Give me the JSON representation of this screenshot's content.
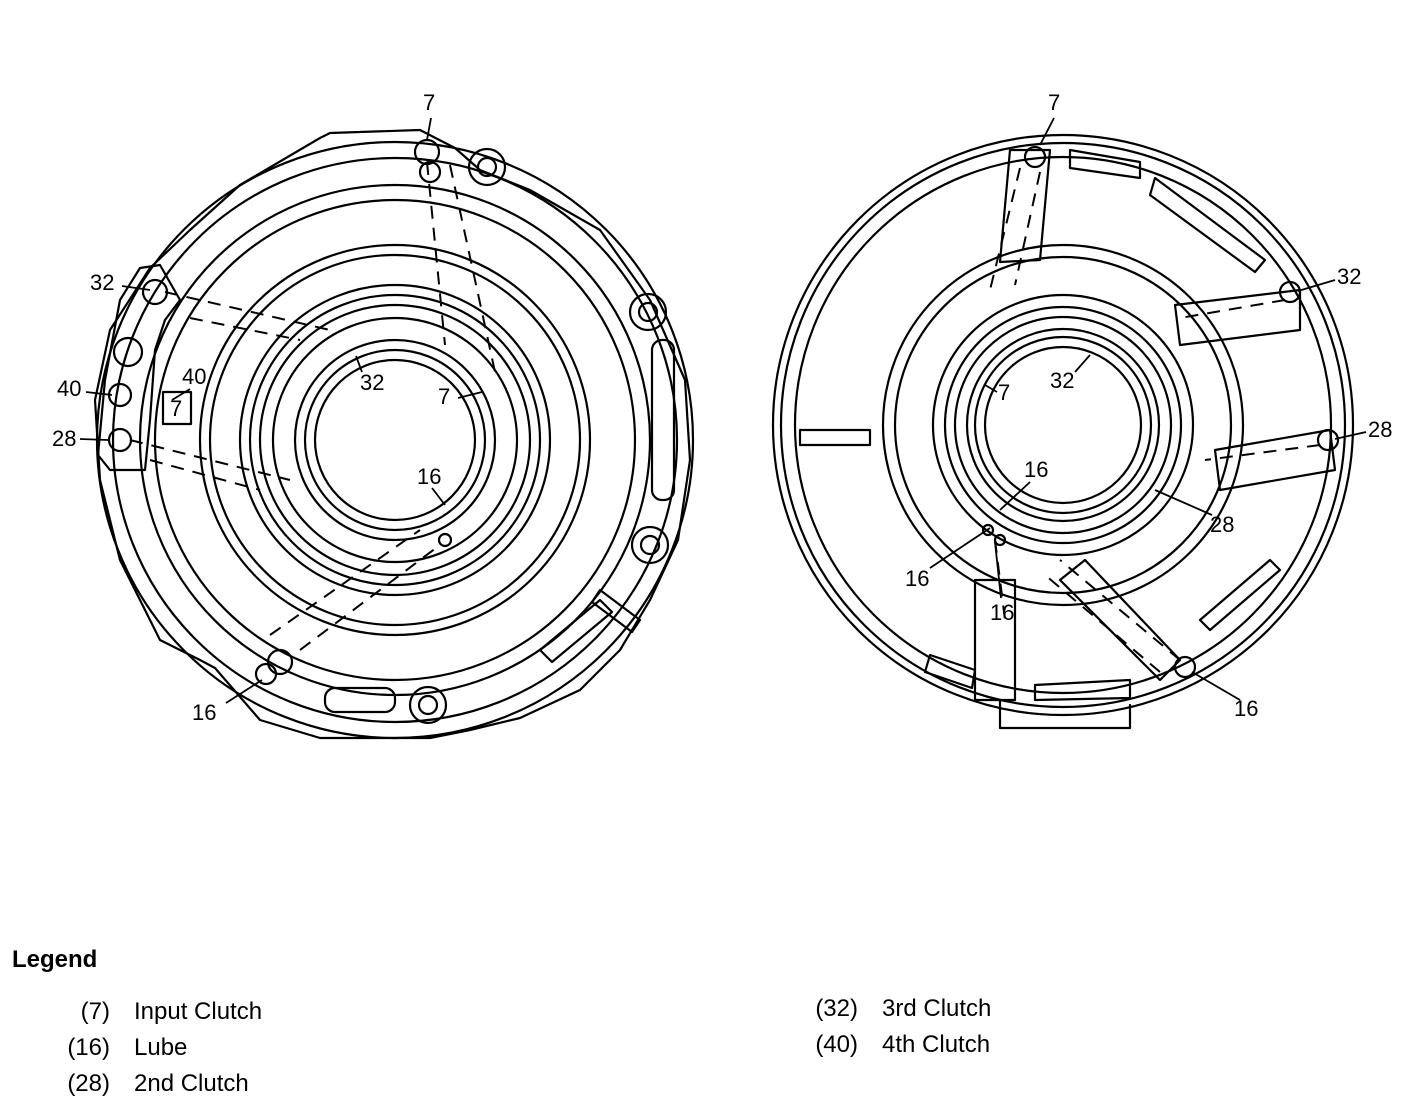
{
  "legend": {
    "title": "Legend",
    "items": [
      {
        "code": "(7)",
        "label": "Input Clutch"
      },
      {
        "code": "(16)",
        "label": "Lube"
      },
      {
        "code": "(28)",
        "label": "2nd Clutch"
      },
      {
        "code": "(32)",
        "label": "3rd Clutch"
      },
      {
        "code": "(40)",
        "label": "4th Clutch"
      }
    ]
  },
  "callouts": {
    "left": {
      "top_7": "7",
      "side_32": "32",
      "side_40": "40",
      "side_28": "28",
      "inner_40": "40",
      "inner_7": "7",
      "center_32": "32",
      "center_7": "7",
      "center_16": "16",
      "bottom_16": "16"
    },
    "right": {
      "top_7": "7",
      "side_32": "32",
      "side_28": "28",
      "center_7": "7",
      "center_32": "32",
      "center_16": "16",
      "inner_28": "28",
      "inner_16_a": "16",
      "inner_16_b": "16",
      "bottom_16": "16"
    }
  }
}
